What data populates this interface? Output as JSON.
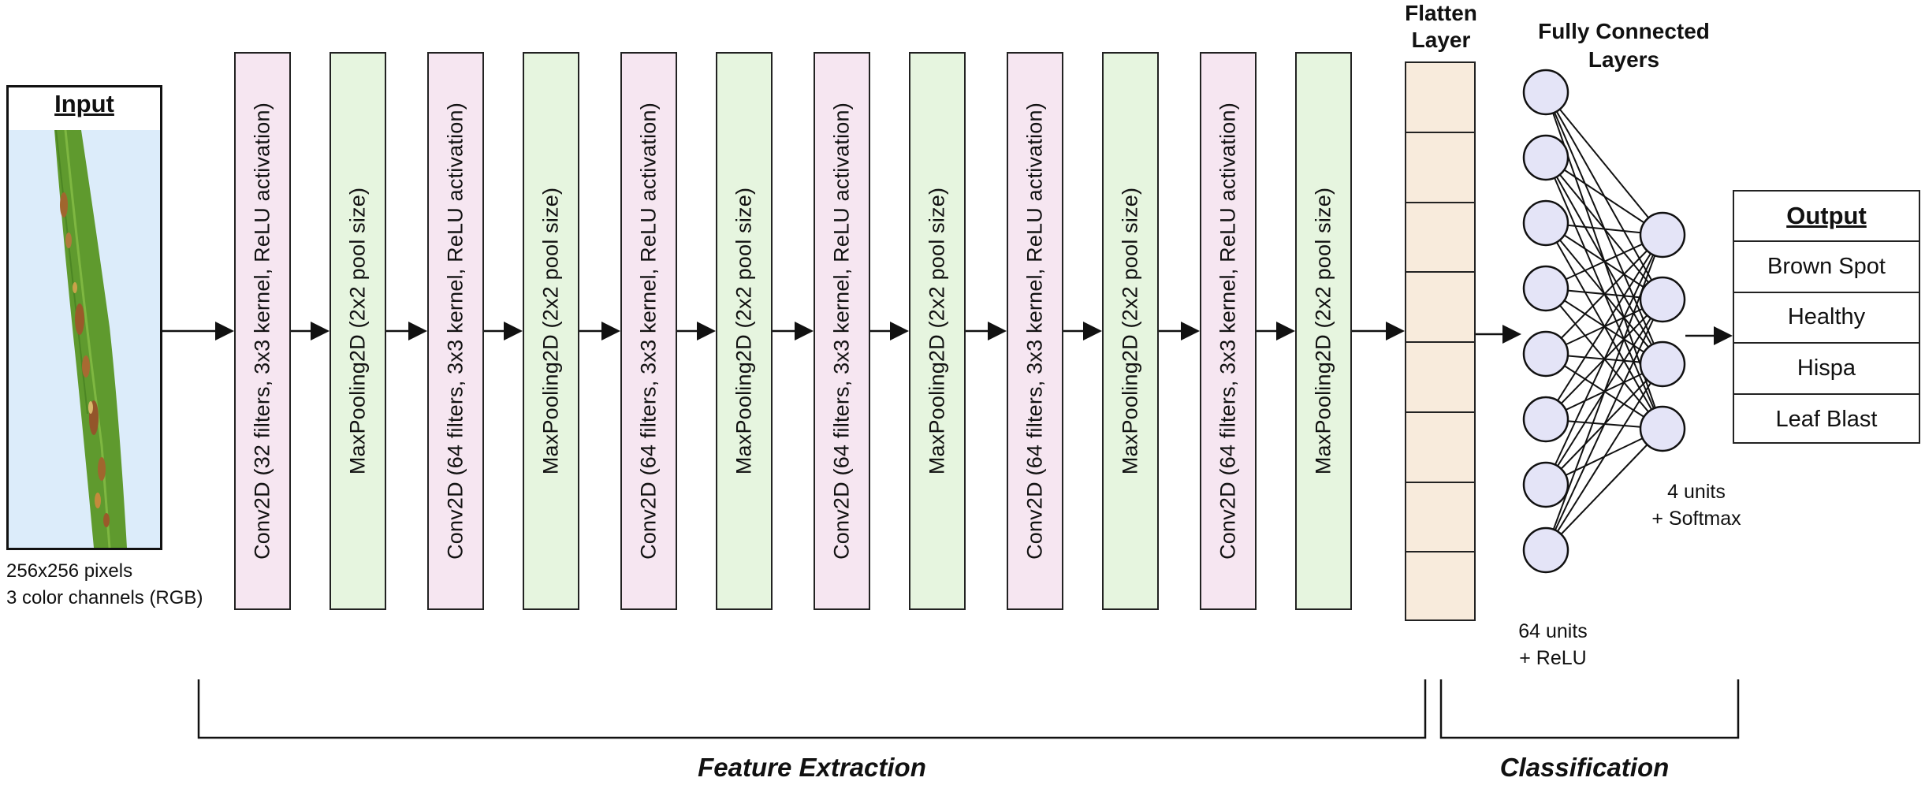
{
  "input": {
    "title": "Input",
    "caption_line1": "256x256 pixels",
    "caption_line2": "3 color channels (RGB)"
  },
  "layers": [
    {
      "type": "conv",
      "label": "Conv2D (32 filters, 3x3 kernel, ReLU activation)"
    },
    {
      "type": "pool",
      "label": "MaxPooling2D (2x2 pool size)"
    },
    {
      "type": "conv",
      "label": "Conv2D (64 filters, 3x3 kernel, ReLU activation)"
    },
    {
      "type": "pool",
      "label": "MaxPooling2D (2x2 pool size)"
    },
    {
      "type": "conv",
      "label": "Conv2D (64 filters, 3x3 kernel, ReLU activation)"
    },
    {
      "type": "pool",
      "label": "MaxPooling2D (2x2 pool size)"
    },
    {
      "type": "conv",
      "label": "Conv2D (64 filters, 3x3 kernel, ReLU activation)"
    },
    {
      "type": "pool",
      "label": "MaxPooling2D (2x2 pool size)"
    },
    {
      "type": "conv",
      "label": "Conv2D (64 filters, 3x3 kernel, ReLU activation)"
    },
    {
      "type": "pool",
      "label": "MaxPooling2D (2x2 pool size)"
    },
    {
      "type": "conv",
      "label": "Conv2D (64 filters, 3x3 kernel, ReLU activation)"
    },
    {
      "type": "pool",
      "label": "MaxPooling2D (2x2 pool size)"
    }
  ],
  "flatten": {
    "title_line1": "Flatten",
    "title_line2": "Layer",
    "cells": 8
  },
  "fully_connected": {
    "title_line1": "Fully Connected",
    "title_line2": "Layers",
    "hidden_units_line1": "64 units",
    "hidden_units_line2": "+ ReLU",
    "output_units_line1": "4 units",
    "output_units_line2": "+ Softmax",
    "hidden_nodes_drawn": 8,
    "output_nodes_drawn": 4
  },
  "output": {
    "title": "Output",
    "classes": [
      "Brown Spot",
      "Healthy",
      "Hispa",
      "Leaf Blast"
    ]
  },
  "sections": {
    "feature_extraction": "Feature Extraction",
    "classification": "Classification"
  },
  "colors": {
    "conv_fill": "#f6e6f1",
    "pool_fill": "#e6f5df",
    "flatten_fill": "#f8ebdc",
    "node_fill": "#e4e4f7",
    "leaf_background": "#dcecfa",
    "leaf_green": "#5f9a2e",
    "line": "#111111"
  },
  "icons": {
    "leaf_image": "rice-leaf-image"
  }
}
